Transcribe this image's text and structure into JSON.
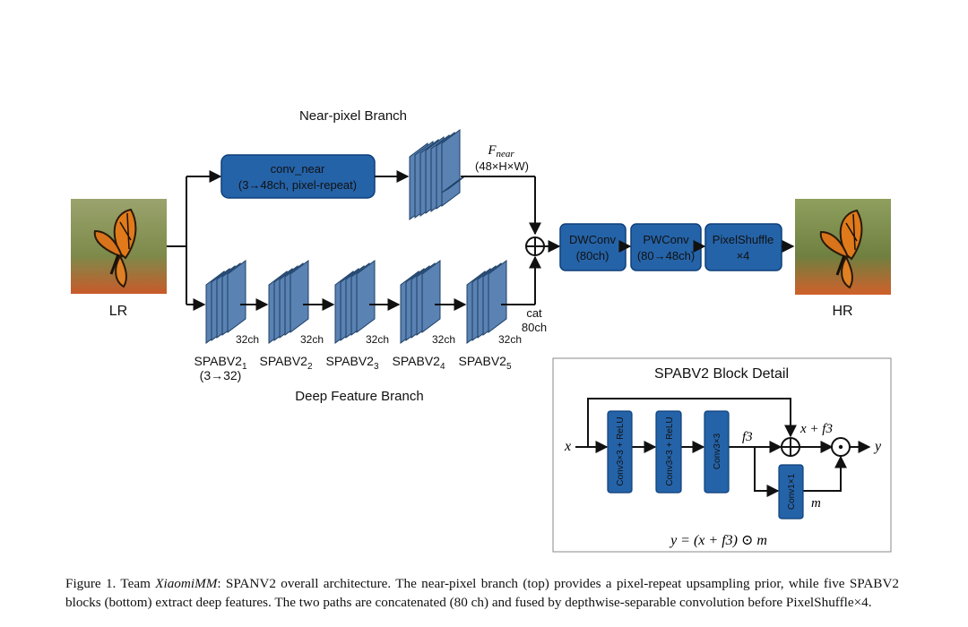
{
  "diagram": {
    "near_branch_title": "Near-pixel Branch",
    "deep_branch_title": "Deep Feature Branch",
    "input_label": "LR",
    "output_label": "HR",
    "conv_near": {
      "line1": "conv_near",
      "line2": "(3→48ch, pixel-repeat)"
    },
    "f_near": {
      "base": "F",
      "sub": "near",
      "dims": "(48×H×W)"
    },
    "cat_label": {
      "line1": "cat",
      "line2": "80ch"
    },
    "blocks": [
      {
        "base": "SPABV2",
        "sub": "1",
        "channels": "32ch",
        "note": "(3→32)"
      },
      {
        "base": "SPABV2",
        "sub": "2",
        "channels": "32ch"
      },
      {
        "base": "SPABV2",
        "sub": "3",
        "channels": "32ch"
      },
      {
        "base": "SPABV2",
        "sub": "4",
        "channels": "32ch"
      },
      {
        "base": "SPABV2",
        "sub": "5",
        "channels": "32ch"
      }
    ],
    "dwconv": {
      "line1": "DWConv",
      "line2": "(80ch)"
    },
    "pwconv": {
      "line1": "PWConv",
      "line2": "(80→48ch)"
    },
    "pixelshuffle": {
      "line1": "PixelShuffle",
      "line2": "×4"
    },
    "detail": {
      "title": "SPABV2 Block Detail",
      "x": "x",
      "y": "y",
      "f3": "f3",
      "m": "m",
      "sum_label": "x + f3",
      "conv1": "Conv3×3 + ReLU",
      "conv2": "Conv3×3 + ReLU",
      "conv3": "Conv3×3",
      "conv4": "Conv1×1",
      "equation": "y = (x + f3) ⊙ m"
    },
    "colors": {
      "box_fill": "#2563a8",
      "box_stroke": "#0d3f7a",
      "stack_fill": "#5a82b2",
      "stack_stroke": "#1d3f66"
    }
  },
  "caption": {
    "prefix": "Figure 1. Team ",
    "team": "XiaomiMM",
    "body": ": SPANV2 overall architecture. The near-pixel branch (top) provides a pixel-repeat upsampling prior, while five SPABV2 blocks (bottom) extract deep features. The two paths are concatenated (80 ch) and fused by depthwise-separable convolution before PixelShuffle×4."
  }
}
